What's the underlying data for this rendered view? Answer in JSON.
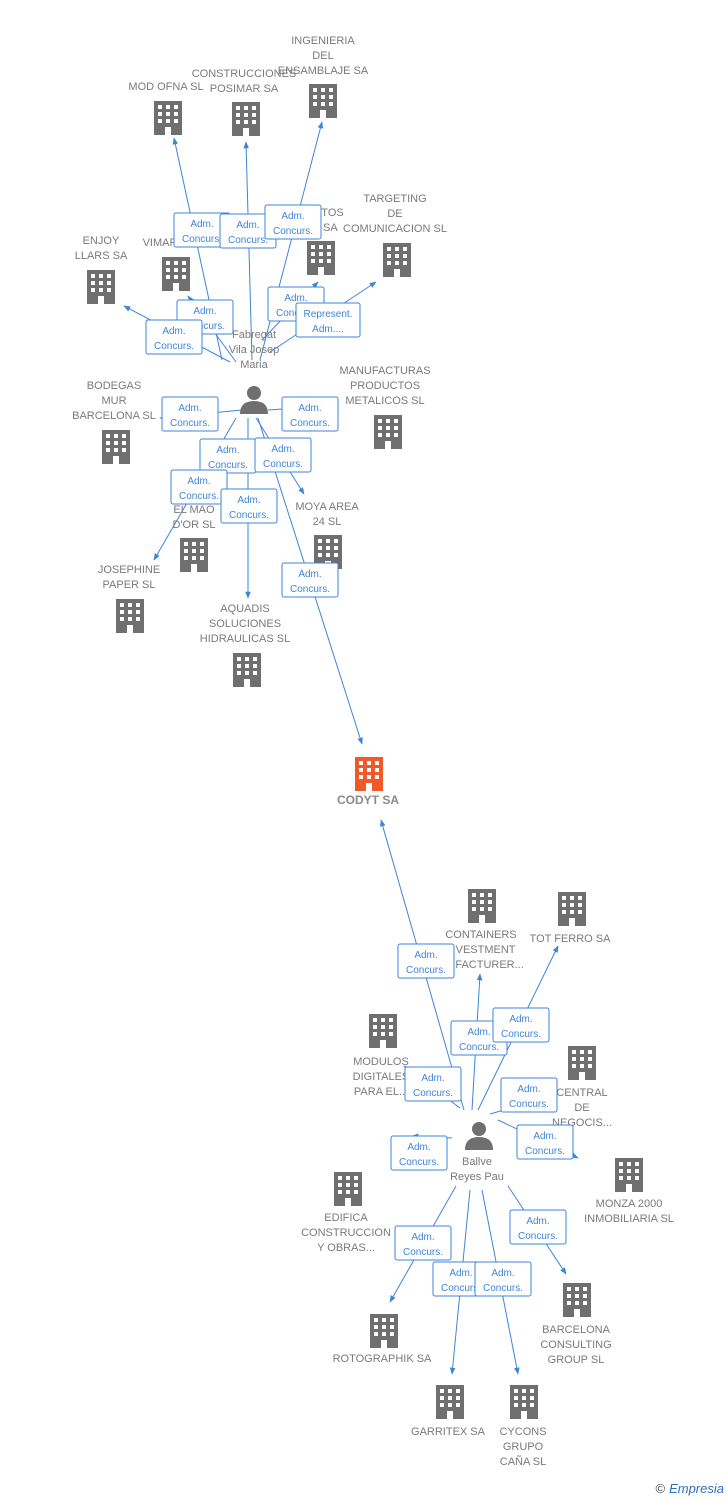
{
  "colors": {
    "edge": "#3f85d9",
    "building": "#6f6f6f",
    "focus": "#f05a2a",
    "person": "#6f6f6f",
    "label": "#7a7a7a"
  },
  "nodes": [
    {
      "id": "mod",
      "type": "company",
      "lines": [
        "MOD OFNA SL"
      ]
    },
    {
      "id": "cons_posimar",
      "type": "company",
      "lines": [
        "CONSTRUCCIONES",
        "POSIMAR SA"
      ]
    },
    {
      "id": "ingenieria",
      "type": "company",
      "lines": [
        "INGENIERIA",
        "DEL",
        "ENSAMBLAJE SA"
      ]
    },
    {
      "id": "enjoy",
      "type": "company",
      "lines": [
        "ENJOY",
        "LLARS SA"
      ]
    },
    {
      "id": "vimar",
      "type": "company",
      "lines": [
        "VIMAR"
      ]
    },
    {
      "id": "productos",
      "type": "company",
      "lines": [
        "...UCTOS",
        "...O SA"
      ]
    },
    {
      "id": "targeting",
      "type": "company",
      "lines": [
        "TARGETING",
        "DE",
        "COMUNICACION SL"
      ]
    },
    {
      "id": "fabregat",
      "type": "person",
      "lines": [
        "Fabregat",
        "Vila Josep",
        "Maria"
      ]
    },
    {
      "id": "bodegas",
      "type": "company",
      "lines": [
        "BODEGAS",
        "MUR",
        "BARCELONA SL"
      ]
    },
    {
      "id": "manufacturas",
      "type": "company",
      "lines": [
        "MANUFACTURAS",
        "PRODUCTOS",
        "METALICOS SL"
      ]
    },
    {
      "id": "elmao",
      "type": "company",
      "lines": [
        "EL MAO",
        "D'OR SL"
      ]
    },
    {
      "id": "moya",
      "type": "company",
      "lines": [
        "MOYA AREA",
        "24 SL"
      ]
    },
    {
      "id": "josephine",
      "type": "company",
      "lines": [
        "JOSEPHINE",
        "PAPER SL"
      ]
    },
    {
      "id": "aquadis",
      "type": "company",
      "lines": [
        "AQUADIS",
        "SOLUCIONES",
        "HIDRAULICAS SL"
      ]
    },
    {
      "id": "codyt",
      "type": "focus",
      "lines": [
        "CODYT SA"
      ]
    },
    {
      "id": "containers",
      "type": "company",
      "lines": [
        "CONTAINERS",
        "...VESTMENT",
        "...UFACTURER..."
      ]
    },
    {
      "id": "totferro",
      "type": "company",
      "lines": [
        "TOT FERRO SA"
      ]
    },
    {
      "id": "modulos",
      "type": "company",
      "lines": [
        "MODULOS",
        "DIGITALES",
        "PARA EL..."
      ]
    },
    {
      "id": "central",
      "type": "company",
      "lines": [
        "CENTRAL",
        "DE",
        "NEGOCIS..."
      ]
    },
    {
      "id": "ballve",
      "type": "person",
      "lines": [
        "Ballve",
        "Reyes Pau"
      ]
    },
    {
      "id": "monza",
      "type": "company",
      "lines": [
        "MONZA 2000",
        "INMOBILIARIA SL"
      ]
    },
    {
      "id": "edifica",
      "type": "company",
      "lines": [
        "EDIFICA",
        "CONSTRUCCION",
        "Y OBRAS..."
      ]
    },
    {
      "id": "barcelona",
      "type": "company",
      "lines": [
        "BARCELONA",
        "CONSULTING",
        "GROUP SL"
      ]
    },
    {
      "id": "rotographik",
      "type": "company",
      "lines": [
        "ROTOGRAPHIK SA"
      ]
    },
    {
      "id": "garritex",
      "type": "company",
      "lines": [
        "GARRITEX SA"
      ]
    },
    {
      "id": "cycons",
      "type": "company",
      "lines": [
        "CYCONS",
        "GRUPO",
        "CAÑA SL"
      ]
    }
  ],
  "badges": [
    {
      "lines": [
        "Adm.",
        "Concurs."
      ]
    },
    {
      "lines": [
        "Adm.",
        "Concurs."
      ]
    },
    {
      "lines": [
        "Adm.",
        "Concurs."
      ]
    },
    {
      "lines": [
        "Adm.",
        "Concurs."
      ]
    },
    {
      "lines": [
        "Adm.",
        "Concurs."
      ]
    },
    {
      "lines": [
        "Adm.",
        "Concurs."
      ]
    },
    {
      "lines": [
        "Represent.",
        "Adm...."
      ]
    },
    {
      "lines": [
        "Adm.",
        "Concurs."
      ]
    },
    {
      "lines": [
        "Adm.",
        "Concurs."
      ]
    },
    {
      "lines": [
        "Adm.",
        "Concurs."
      ]
    },
    {
      "lines": [
        "Adm.",
        "Concurs."
      ]
    },
    {
      "lines": [
        "Adm.",
        "Concurs."
      ]
    },
    {
      "lines": [
        "Adm.",
        "Concurs."
      ]
    },
    {
      "lines": [
        "Adm.",
        "Concurs."
      ]
    },
    {
      "lines": [
        "Adm.",
        "Concurs."
      ]
    },
    {
      "lines": [
        "Adm.",
        "Concurs."
      ]
    },
    {
      "lines": [
        "Adm.",
        "Concurs."
      ]
    },
    {
      "lines": [
        "Adm.",
        "Concurs."
      ]
    },
    {
      "lines": [
        "Adm.",
        "Concurs."
      ]
    },
    {
      "lines": [
        "Adm.",
        "Concurs."
      ]
    },
    {
      "lines": [
        "Adm.",
        "Concurs."
      ]
    },
    {
      "lines": [
        "Adm.",
        "Concurs."
      ]
    },
    {
      "lines": [
        "Adm.",
        "Concurs."
      ]
    },
    {
      "lines": [
        "Adm.",
        "Concurs."
      ]
    },
    {
      "lines": [
        "Adm.",
        "Concurs."
      ]
    }
  ],
  "footer": {
    "copyright": "©",
    "brand": "Empresia"
  }
}
